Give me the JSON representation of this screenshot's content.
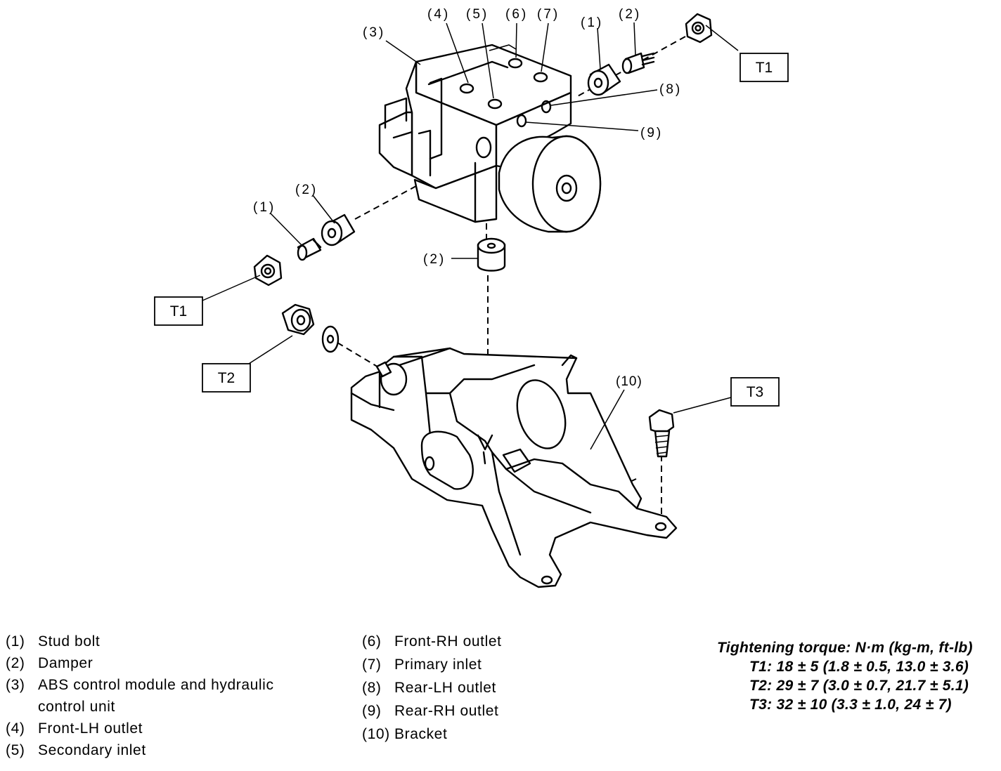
{
  "callouts": {
    "c1_top": "(1)",
    "c2_top": "(2)",
    "c3": "(3)",
    "c4": "(4)",
    "c5": "(5)",
    "c6": "(6)",
    "c7": "(7)",
    "c8": "(8)",
    "c9": "(9)",
    "c1_left": "(1)",
    "c2_left": "(2)",
    "c2_mid": "(2)",
    "c10": "(10)"
  },
  "torque_boxes": {
    "t1_top": "T1",
    "t1_left": "T1",
    "t2": "T2",
    "t3": "T3"
  },
  "legend": {
    "items": [
      {
        "num": "(1)",
        "text": "Stud bolt"
      },
      {
        "num": "(2)",
        "text": "Damper"
      },
      {
        "num": "(3)",
        "text": "ABS control module and hydraulic"
      },
      {
        "num": "",
        "text": "control unit"
      },
      {
        "num": "(4)",
        "text": "Front-LH outlet"
      },
      {
        "num": "(5)",
        "text": "Secondary inlet"
      },
      {
        "num": "(6)",
        "text": "Front-RH outlet"
      },
      {
        "num": "(7)",
        "text": "Primary inlet"
      },
      {
        "num": "(8)",
        "text": "Rear-LH outlet"
      },
      {
        "num": "(9)",
        "text": "Rear-RH outlet"
      },
      {
        "num": "(10)",
        "text": "Bracket"
      }
    ]
  },
  "torque": {
    "heading": "Tightening torque: N·m (kg-m, ft-lb)",
    "t1": "T1: 18 ± 5 (1.8 ± 0.5, 13.0 ± 3.6)",
    "t2": "T2: 29 ± 7 (3.0 ± 0.7, 21.7 ± 5.1)",
    "t3": "T3: 32 ± 10 (3.3 ± 1.0, 24 ± 7)"
  }
}
